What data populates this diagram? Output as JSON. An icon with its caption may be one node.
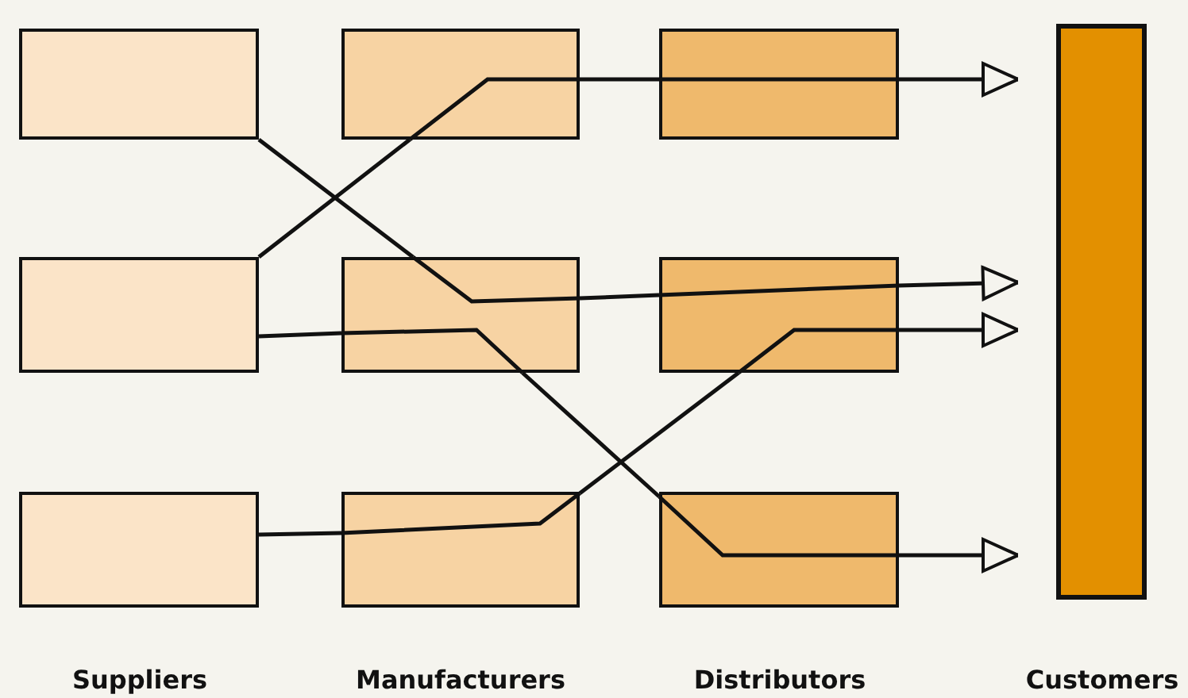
{
  "diagram": {
    "nodes": [
      {
        "text": [],
        "shape": "box"
      },
      {
        "text": [],
        "shape": "box"
      },
      {
        "text": [],
        "shape": "box"
      },
      {
        "text": [],
        "shape": "box"
      },
      {
        "text": [],
        "shape": "box"
      },
      {
        "text": [],
        "shape": "box"
      },
      {
        "text": [],
        "shape": "box"
      },
      {
        "text": [],
        "shape": "box"
      },
      {
        "text": [],
        "shape": "box"
      },
      {
        "text": [],
        "shape": "bar"
      }
    ],
    "edges": [
      {
        "from": 0,
        "to": 4,
        "arrow": "none"
      },
      {
        "from": 4,
        "to": 7,
        "arrow": "none"
      },
      {
        "from": 7,
        "to": 9,
        "arrow": "to"
      },
      {
        "from": 1,
        "to": 3,
        "arrow": "none"
      },
      {
        "from": 3,
        "to": 6,
        "arrow": "none"
      },
      {
        "from": 6,
        "to": 9,
        "arrow": "to"
      },
      {
        "from": 1,
        "to": 4,
        "arrow": "none"
      },
      {
        "from": 4,
        "to": 8,
        "arrow": "none"
      },
      {
        "from": 8,
        "to": 9,
        "arrow": "to"
      },
      {
        "from": 2,
        "to": 5,
        "arrow": "none"
      },
      {
        "from": 5,
        "to": 7,
        "arrow": "none"
      },
      {
        "from": 7,
        "to": 9,
        "arrow": "to"
      }
    ],
    "labels": [
      "Suppliers",
      "Manufacturers",
      "Distributors",
      "Customers"
    ]
  }
}
